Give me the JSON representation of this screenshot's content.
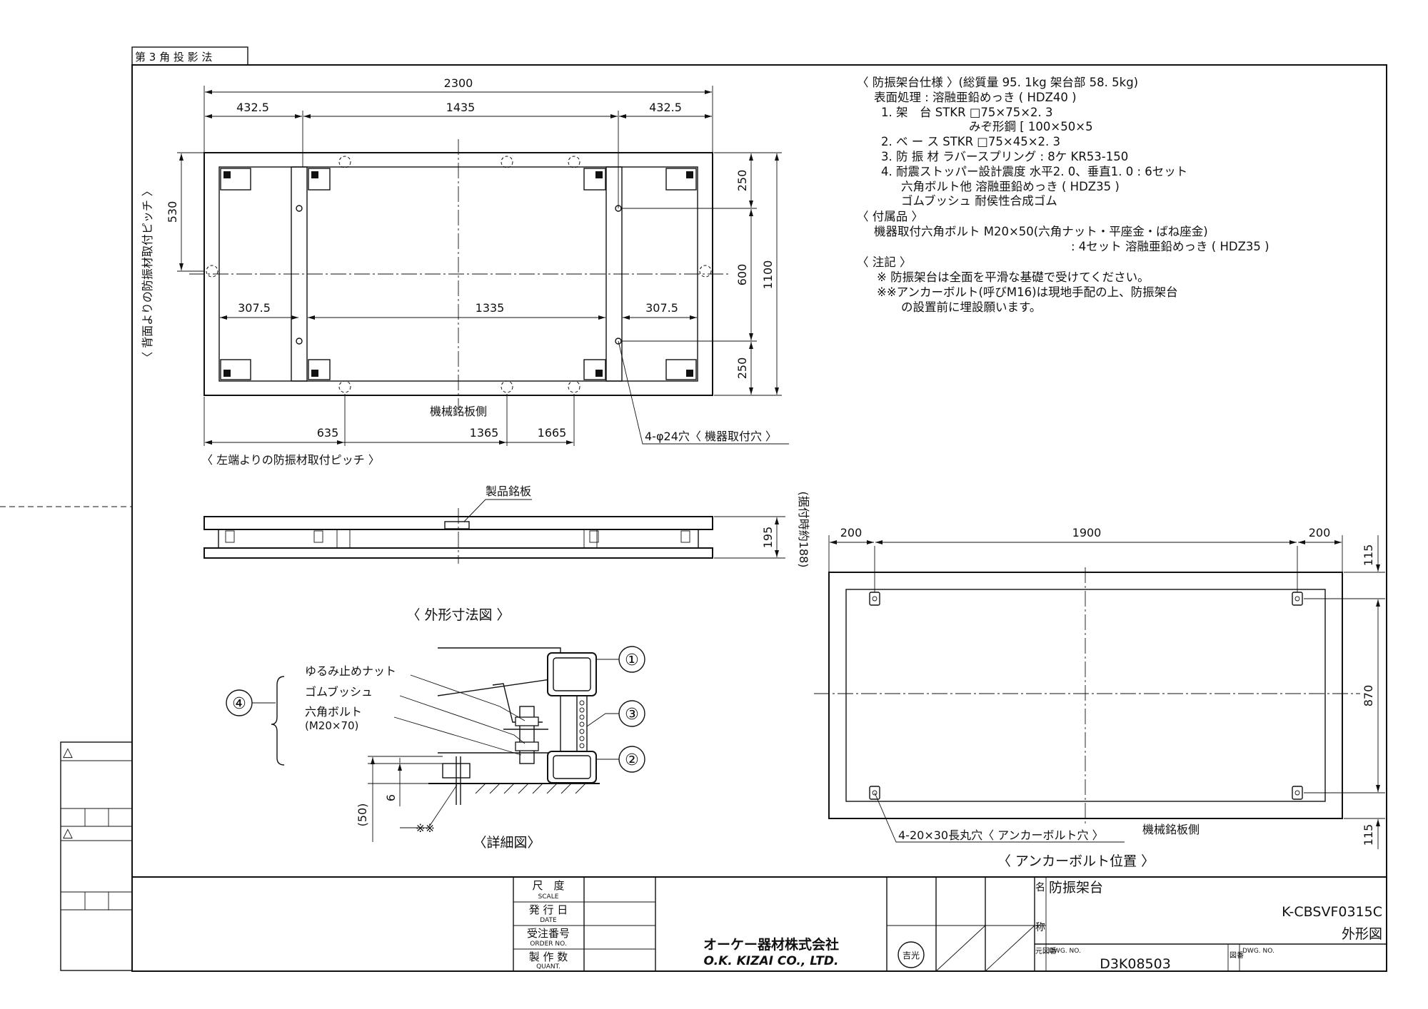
{
  "header": {
    "projection_method": "第 3 角 投 影 法"
  },
  "outline_view": {
    "dims_top": [
      "2300",
      "432.5",
      "1435",
      "432.5"
    ],
    "dims_middle": [
      "307.5",
      "1335",
      "307.5"
    ],
    "dims_bottom": [
      "635",
      "1365",
      "1665"
    ],
    "dims_right": [
      "250",
      "600",
      "1100",
      "250"
    ],
    "dim_left": "530",
    "label_left_vertical": "〈 背面よりの防振材取付ピッチ 〉",
    "label_bottom_pitch": "〈 左端よりの防振材取付ピッチ 〉",
    "nameplate_side": "機械銘板側",
    "mounting_holes": "4-φ24穴〈 機器取付穴 〉"
  },
  "side_view": {
    "product_nameplate": "製品銘板",
    "height": "195",
    "installed_height": "(据付時約188)"
  },
  "outline_title": "〈 外形寸法図 〉",
  "detail": {
    "items": [
      "ゆるみ止めナット",
      "ゴムブッシュ",
      "六角ボルト",
      "(M20×70)"
    ],
    "callouts": [
      "①",
      "②",
      "③",
      "④"
    ],
    "dim_50": "(50)",
    "dim_6": "6",
    "anchor_mark": "※※",
    "title": "〈詳細図〉"
  },
  "specs": {
    "lines": [
      "〈 防振架台仕様 〉(総質量 95. 1kg 架台部 58. 5kg)",
      "表面処理 : 溶融亜鉛めっき ( HDZ40 )",
      "1. 架　台  STKR  □75×75×2. 3",
      "みぞ形鋼  [ 100×50×5",
      "2. ベ ー ス  STKR  □75×45×2. 3",
      "3. 防 振 材  ラバースプリング : 8ケ  KR53-150",
      "4. 耐震ストッパー設計震度  水平2. 0、垂直1. 0 : 6セット",
      "六角ボルト他  溶融亜鉛めっき ( HDZ35 )",
      "ゴムブッシュ  耐侯性合成ゴム",
      "〈 付属品 〉",
      "機器取付六角ボルト  M20×50(六角ナット・平座金・ばね座金)",
      ": 4セット  溶融亜鉛めっき ( HDZ35 )",
      "〈 注記 〉",
      "※  防振架台は全面を平滑な基礎で受けてください。",
      "※※アンカーボルト(呼びM16)は現地手配の上、防振架台",
      "の設置前に埋設願います。"
    ]
  },
  "anchor_view": {
    "dims_top": [
      "200",
      "1900",
      "200"
    ],
    "dims_right": [
      "115",
      "870",
      "115"
    ],
    "nameplate_side": "機械銘板側",
    "holes": "4-20×30長丸穴〈 アンカーボルト穴 〉",
    "title": "〈 アンカーボルト位置 〉"
  },
  "title_block": {
    "scale_jp": "尺　度",
    "scale_en": "SCALE",
    "date_jp": "発 行 日",
    "date_en": "DATE",
    "order_jp": "受注番号",
    "order_en": "ORDER NO.",
    "qty_jp": "製 作 数",
    "qty_en": "QUANT.",
    "company_jp": "オーケー器材株式会社",
    "company_en": "O.K. KIZAI CO., LTD.",
    "seal": "吉光",
    "name_label_1": "名",
    "name_label_2": "称",
    "product_name": "防振架台",
    "model": "K-CBSVF0315C",
    "drawing_type": "外形図",
    "orig_label": "元図番",
    "dwg_no_label": "DWG. NO.",
    "dwg_no": "D3K08503",
    "zuban_label": "図番",
    "dwg_no_label_2": "DWG. NO.",
    "revision_mark": "△"
  }
}
